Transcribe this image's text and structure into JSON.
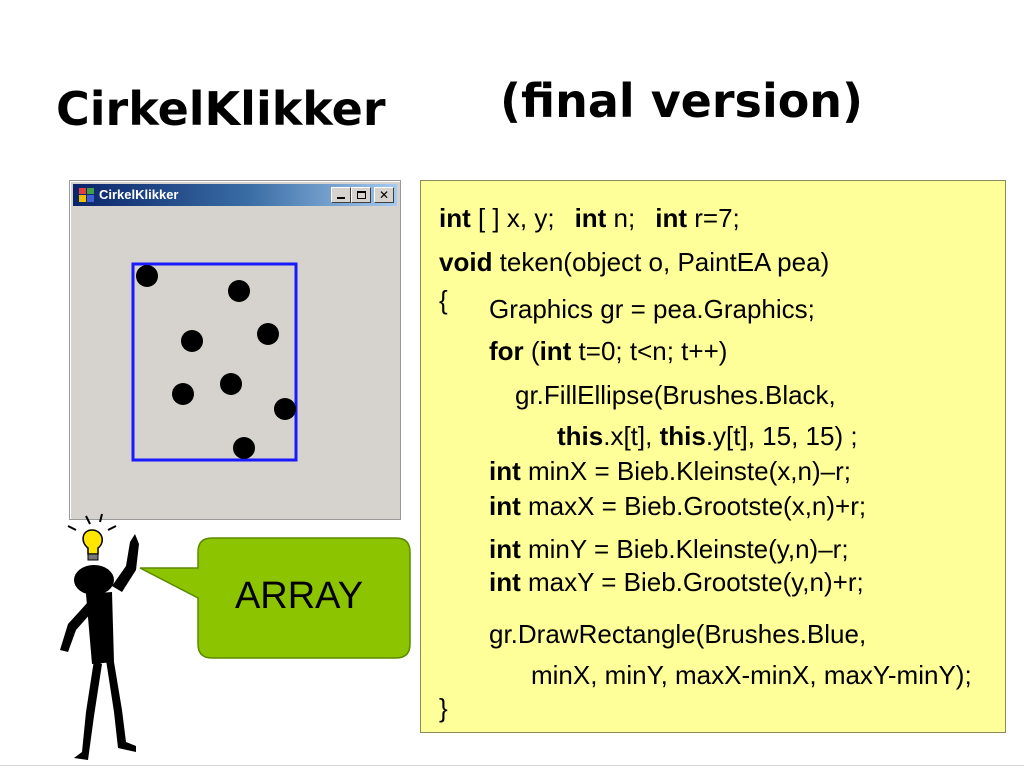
{
  "slide": {
    "title": "CirkelKlikker",
    "subtitle": "(final version)"
  },
  "window": {
    "title": "CirkelKlikker",
    "buttons": [
      "minimize",
      "maximize",
      "close"
    ],
    "close_glyph": "✕",
    "rectangle_color": "#1a1aff",
    "dot_color": "#000000"
  },
  "callout": {
    "text": "ARRAY",
    "color": "#8dc400"
  },
  "code": {
    "l1": {
      "k1": "int",
      "t1": " [ ] x, y;",
      "k2": "int",
      "t2": " n;",
      "k3": "int",
      "t3": " r=7;"
    },
    "l2": {
      "k1": "void",
      "t1": " teken(object o, PaintEA pea)"
    },
    "l3": {
      "brace": "{"
    },
    "l4": {
      "t1": "Graphics gr = pea.Graphics;"
    },
    "l5": {
      "k1": "for",
      "t1": " (",
      "k2": "int",
      "t2": " t=0; t<n; t++)"
    },
    "l6": {
      "t1": "gr.FillEllipse(Brushes.Black,"
    },
    "l7": {
      "k1": "this",
      "t1": ".x[t], ",
      "k2": "this",
      "t2": ".y[t], 15, 15) ;"
    },
    "l8": {
      "k1": "int",
      "t1": " minX = Bieb.Kleinste(x,n)–r;"
    },
    "l9": {
      "k1": "int",
      "t1": " maxX = Bieb.Grootste(x,n)+r;"
    },
    "l10": {
      "k1": "int",
      "t1": " minY = Bieb.Kleinste(y,n)–r;"
    },
    "l11": {
      "k1": "int",
      "t1": " maxY = Bieb.Grootste(y,n)+r;"
    },
    "l12": {
      "t1": "gr.DrawRectangle(Brushes.Blue,"
    },
    "l13": {
      "t1": "minX, minY, maxX-minX, maxY-minY);"
    },
    "l14": {
      "brace": "}"
    }
  }
}
